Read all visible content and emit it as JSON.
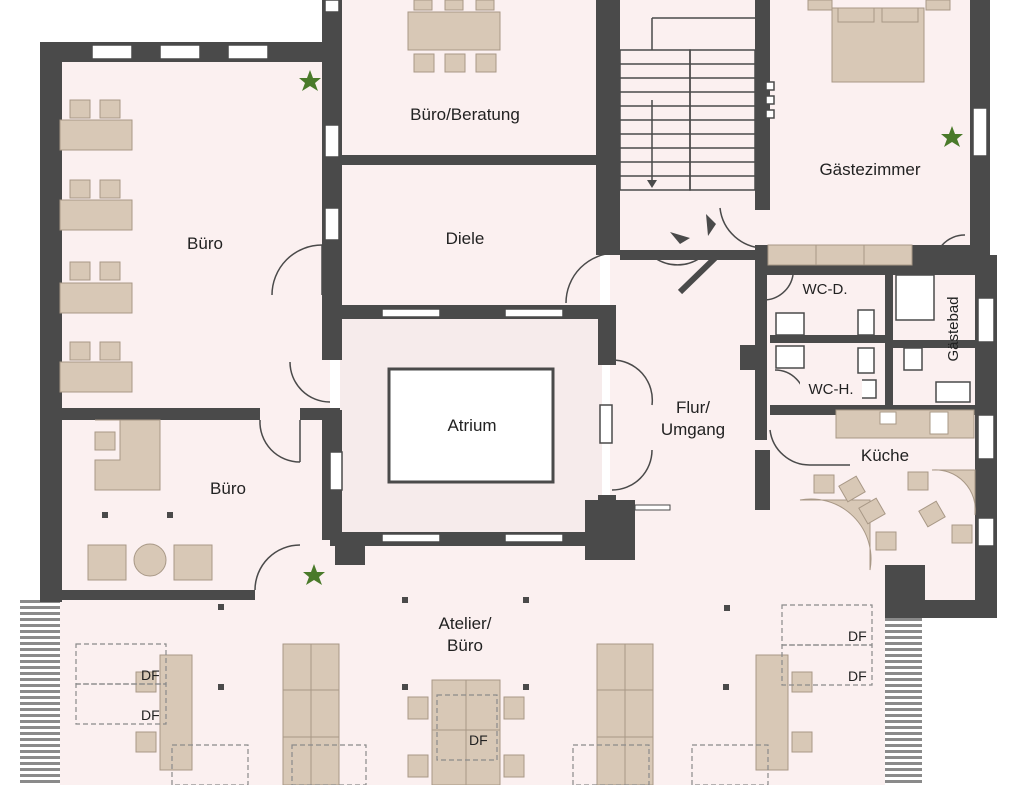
{
  "rooms": {
    "buero_top": "Büro",
    "buero_beratung": "Büro/Beratung",
    "diele": "Diele",
    "gaestezimmer": "Gästezimmer",
    "wc_d": "WC-D.",
    "wc_h": "WC-H.",
    "gaestebad": "Gästebad",
    "atrium": "Atrium",
    "flur_line1": "Flur/",
    "flur_line2": "Umgang",
    "kueche": "Küche",
    "buero_bottom": "Büro",
    "atelier_line1": "Atelier/",
    "atelier_line2": "Büro"
  },
  "skylight_label": "DF",
  "colors": {
    "floor": "#fbf0f0",
    "wall": "#4a4a4a",
    "furniture": "#d8c8b6",
    "furniture_stroke": "#a89886",
    "plant": "#4a7a2a"
  }
}
